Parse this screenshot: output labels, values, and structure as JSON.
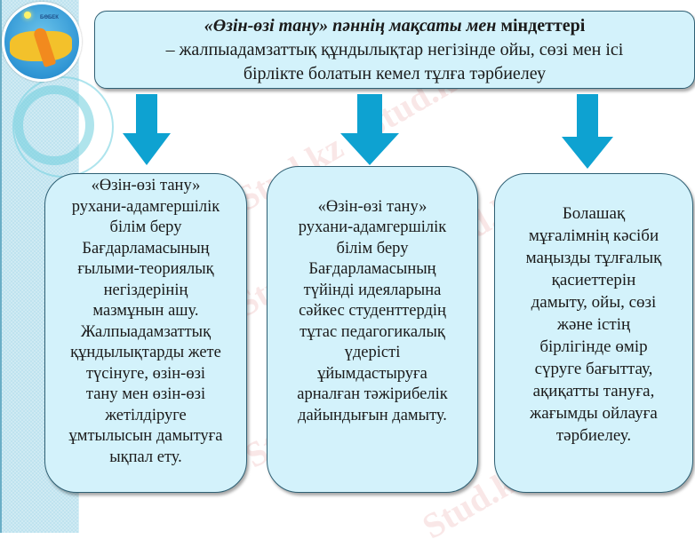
{
  "sidebar": {
    "logo_label": "БӨБЕК"
  },
  "header": {
    "title_italic": "«Өзін-өзі тану» пәннің мақсаты мен",
    "title_bold": " міндеттері",
    "line2": "– жалпыадамзаттық құндылықтар негізінде ойы, сөзі мен ісі",
    "line3": "бірлікте болатын кемел тұлға тәрбиелеу"
  },
  "columns": [
    {
      "lines": [
        "«Өзін-өзі тану»",
        "рухани-адамгершілік",
        "білім беру",
        "Бағдарламасының",
        "ғылыми-теориялық",
        "негіздерінің",
        "мазмұнын ашу.",
        "Жалпыадамзаттық",
        "құндылықтарды жете",
        "түсінуге, өзін-өзі",
        "тану мен өзін-өзі",
        "жетілдіруге",
        "ұмтылысын дамытуға",
        "ықпал ету."
      ]
    },
    {
      "lines": [
        "«Өзін-өзі тану»",
        "рухани-адамгершілік",
        "білім беру",
        "Бағдарламасының",
        "түйінді идеяларына",
        "сәйкес студенттердің",
        "тұтас педагогикалық",
        "үдерісті",
        "ұйымдастыруға",
        "арналған тәжірибелік",
        "дайындығын дамыту."
      ]
    },
    {
      "lines": [
        "Болашақ",
        "мұғалімнің кәсіби",
        "маңызды тұлғалық",
        "қасиеттерін",
        "дамыту, ойы, сөзі",
        "және істің",
        "бірлігінде өмір",
        "сүруге бағыттау,",
        "ақиқатты тануға,",
        "жағымды ойлауға",
        "тәрбиелеу."
      ]
    }
  ],
  "watermarks": [
    "Stud.kz - Stud.kz",
    "Stud.kz",
    "Stud.kz",
    "Stud.kz",
    "Stud.kz"
  ],
  "colors": {
    "box_fill": "#d3f2fb",
    "box_border": "#2f6074",
    "arrow": "#0ea2d1",
    "sidebar": "#bfe3ef"
  }
}
